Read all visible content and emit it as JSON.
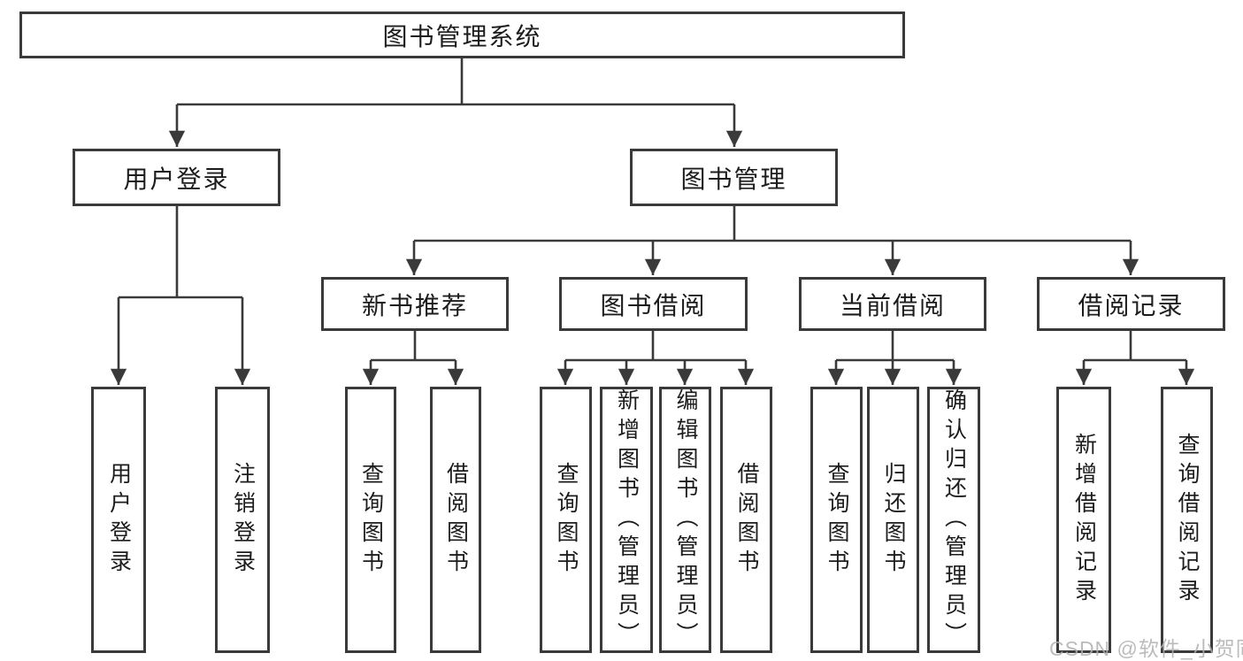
{
  "diagram": {
    "root": {
      "label": "图书管理系统"
    },
    "branches": [
      {
        "label": "用户登录",
        "children": [
          {
            "label": "用户登录"
          },
          {
            "label": "注销登录"
          }
        ]
      },
      {
        "label": "图书管理",
        "groups": [
          {
            "label": "新书推荐",
            "children": [
              {
                "label": "查询图书"
              },
              {
                "label": "借阅图书"
              }
            ]
          },
          {
            "label": "图书借阅",
            "children": [
              {
                "label": "查询图书"
              },
              {
                "label": "新增图书（管理员）"
              },
              {
                "label": "编辑图书（管理员）"
              },
              {
                "label": "借阅图书"
              }
            ]
          },
          {
            "label": "当前借阅",
            "children": [
              {
                "label": "查询图书"
              },
              {
                "label": "归还图书"
              },
              {
                "label": "确认归还（管理员）"
              }
            ]
          },
          {
            "label": "借阅记录",
            "children": [
              {
                "label": "新增借阅记录"
              },
              {
                "label": "查询借阅记录"
              }
            ]
          }
        ]
      }
    ]
  },
  "watermark": {
    "text": "CSDN @软件_小贺同学"
  },
  "colors": {
    "line": "#3a3a3a",
    "text": "#1c1c1c",
    "background": "#ffffff",
    "watermark": "#b0b0b0"
  }
}
